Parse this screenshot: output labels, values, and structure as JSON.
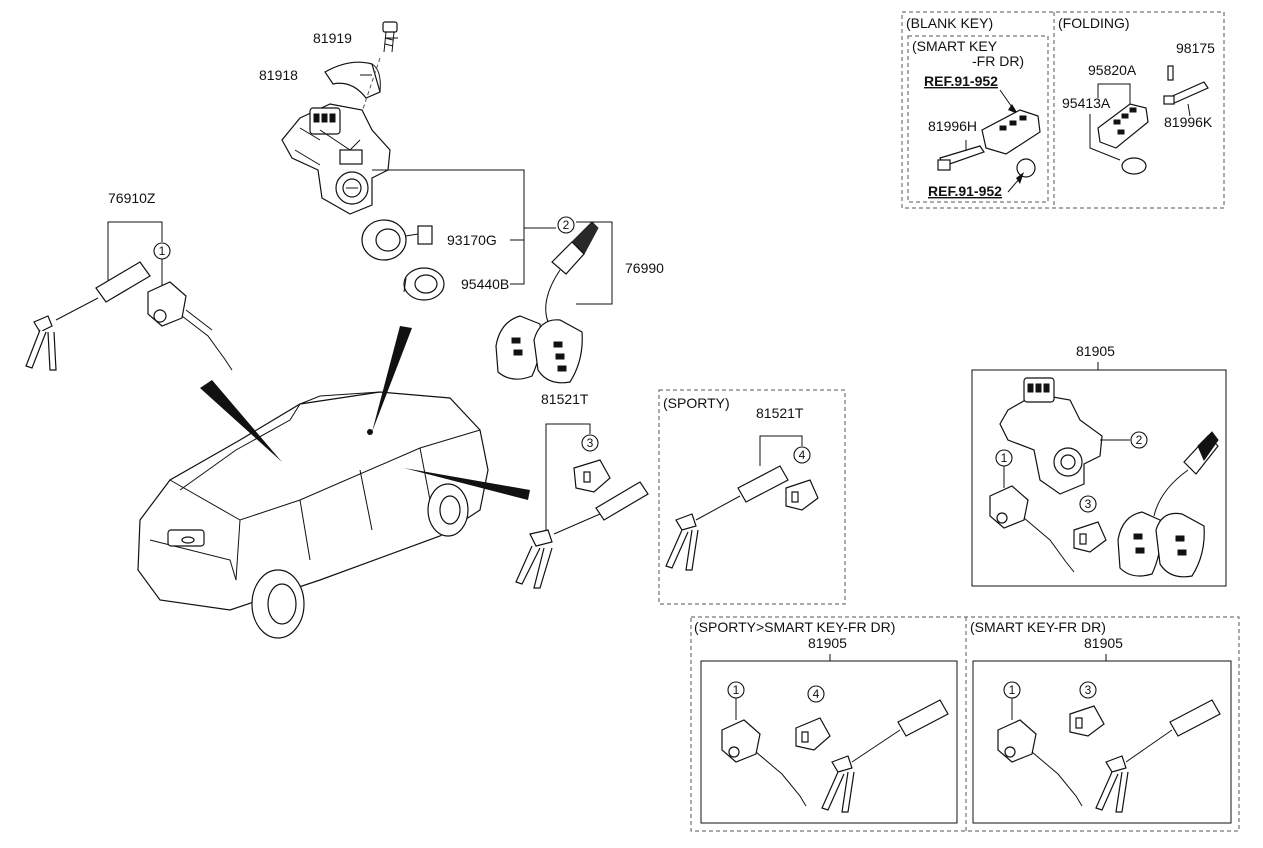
{
  "labels": {
    "p81919": "81919",
    "p81918": "81918",
    "p76910Z": "76910Z",
    "p93170G": "93170G",
    "p95440B": "95440B",
    "p76990": "76990",
    "p81521T": "81521T",
    "p81521T_sporty": "81521T",
    "p81905_main": "81905",
    "p81905_sporty_sk": "81905",
    "p81905_sk": "81905",
    "p95820A": "95820A",
    "p95413A": "95413A",
    "p98175": "98175",
    "p81996K": "81996K",
    "p81996H": "81996H",
    "ref1": "REF.91-952",
    "ref2": "REF.91-952"
  },
  "groups": {
    "blank_key": "(BLANK KEY)",
    "folding": "(FOLDING)",
    "smart_key_line1": "(SMART KEY",
    "smart_key_line2": "-FR DR)",
    "sporty": "(SPORTY)",
    "sporty_smart": "(SPORTY>SMART KEY-FR DR)",
    "smart_fr_dr": "(SMART KEY-FR DR)"
  },
  "callouts": {
    "c1": "1",
    "c2": "2",
    "c3": "3",
    "c4": "4"
  }
}
